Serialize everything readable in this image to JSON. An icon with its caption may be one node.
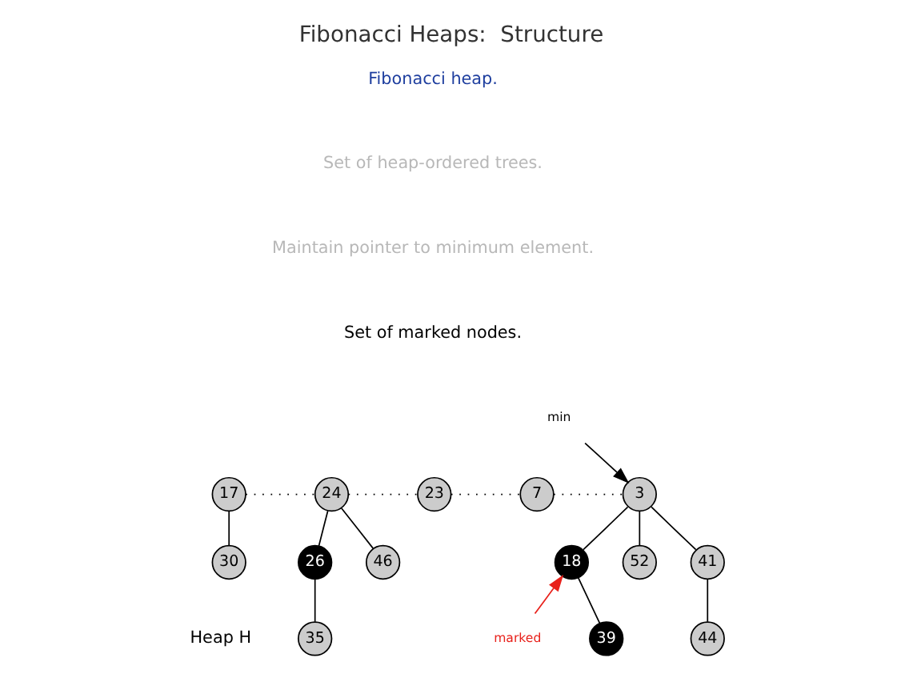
{
  "diagram": {
    "title": "Fibonacci Heaps:  Structure",
    "nodes": [
      {
        "text": [
          "min"
        ]
      },
      {
        "text": [
          "17"
        ]
      },
      {
        "text": [
          "24"
        ]
      },
      {
        "text": [
          "23"
        ]
      },
      {
        "text": [
          "7"
        ]
      },
      {
        "text": [
          "3"
        ]
      },
      {
        "text": [
          "30"
        ]
      },
      {
        "text": [
          "26"
        ]
      },
      {
        "text": [
          "46"
        ]
      },
      {
        "text": [
          "18"
        ]
      },
      {
        "text": [
          "52"
        ]
      },
      {
        "text": [
          "41"
        ]
      },
      {
        "text": [
          "35"
        ]
      },
      {
        "text": [
          "39"
        ]
      },
      {
        "text": [
          "44"
        ]
      },
      {
        "text": [
          "marked"
        ]
      }
    ],
    "edges": [
      {
        "from": 0,
        "to": 5,
        "arrow": "to"
      },
      {
        "from": 1,
        "to": 2,
        "arrow": "none",
        "style": "dashed"
      },
      {
        "from": 2,
        "to": 3,
        "arrow": "none",
        "style": "dashed"
      },
      {
        "from": 3,
        "to": 4,
        "arrow": "none",
        "style": "dashed"
      },
      {
        "from": 4,
        "to": 5,
        "arrow": "none",
        "style": "dashed"
      },
      {
        "from": 1,
        "to": 6,
        "arrow": "none"
      },
      {
        "from": 2,
        "to": 7,
        "arrow": "none"
      },
      {
        "from": 2,
        "to": 8,
        "arrow": "none"
      },
      {
        "from": 7,
        "to": 12,
        "arrow": "none"
      },
      {
        "from": 5,
        "to": 9,
        "arrow": "none"
      },
      {
        "from": 5,
        "to": 10,
        "arrow": "none"
      },
      {
        "from": 5,
        "to": 11,
        "arrow": "none"
      },
      {
        "from": 9,
        "to": 13,
        "arrow": "none"
      },
      {
        "from": 11,
        "to": 14,
        "arrow": "none"
      },
      {
        "from": 15,
        "to": 9,
        "arrow": "to",
        "color": "#e8211b"
      }
    ],
    "labels": [
      "Fibonacci heap.",
      "Set of heap-ordered trees.",
      "Maintain pointer to minimum element.",
      "Set of marked nodes.",
      "Heap H"
    ]
  }
}
